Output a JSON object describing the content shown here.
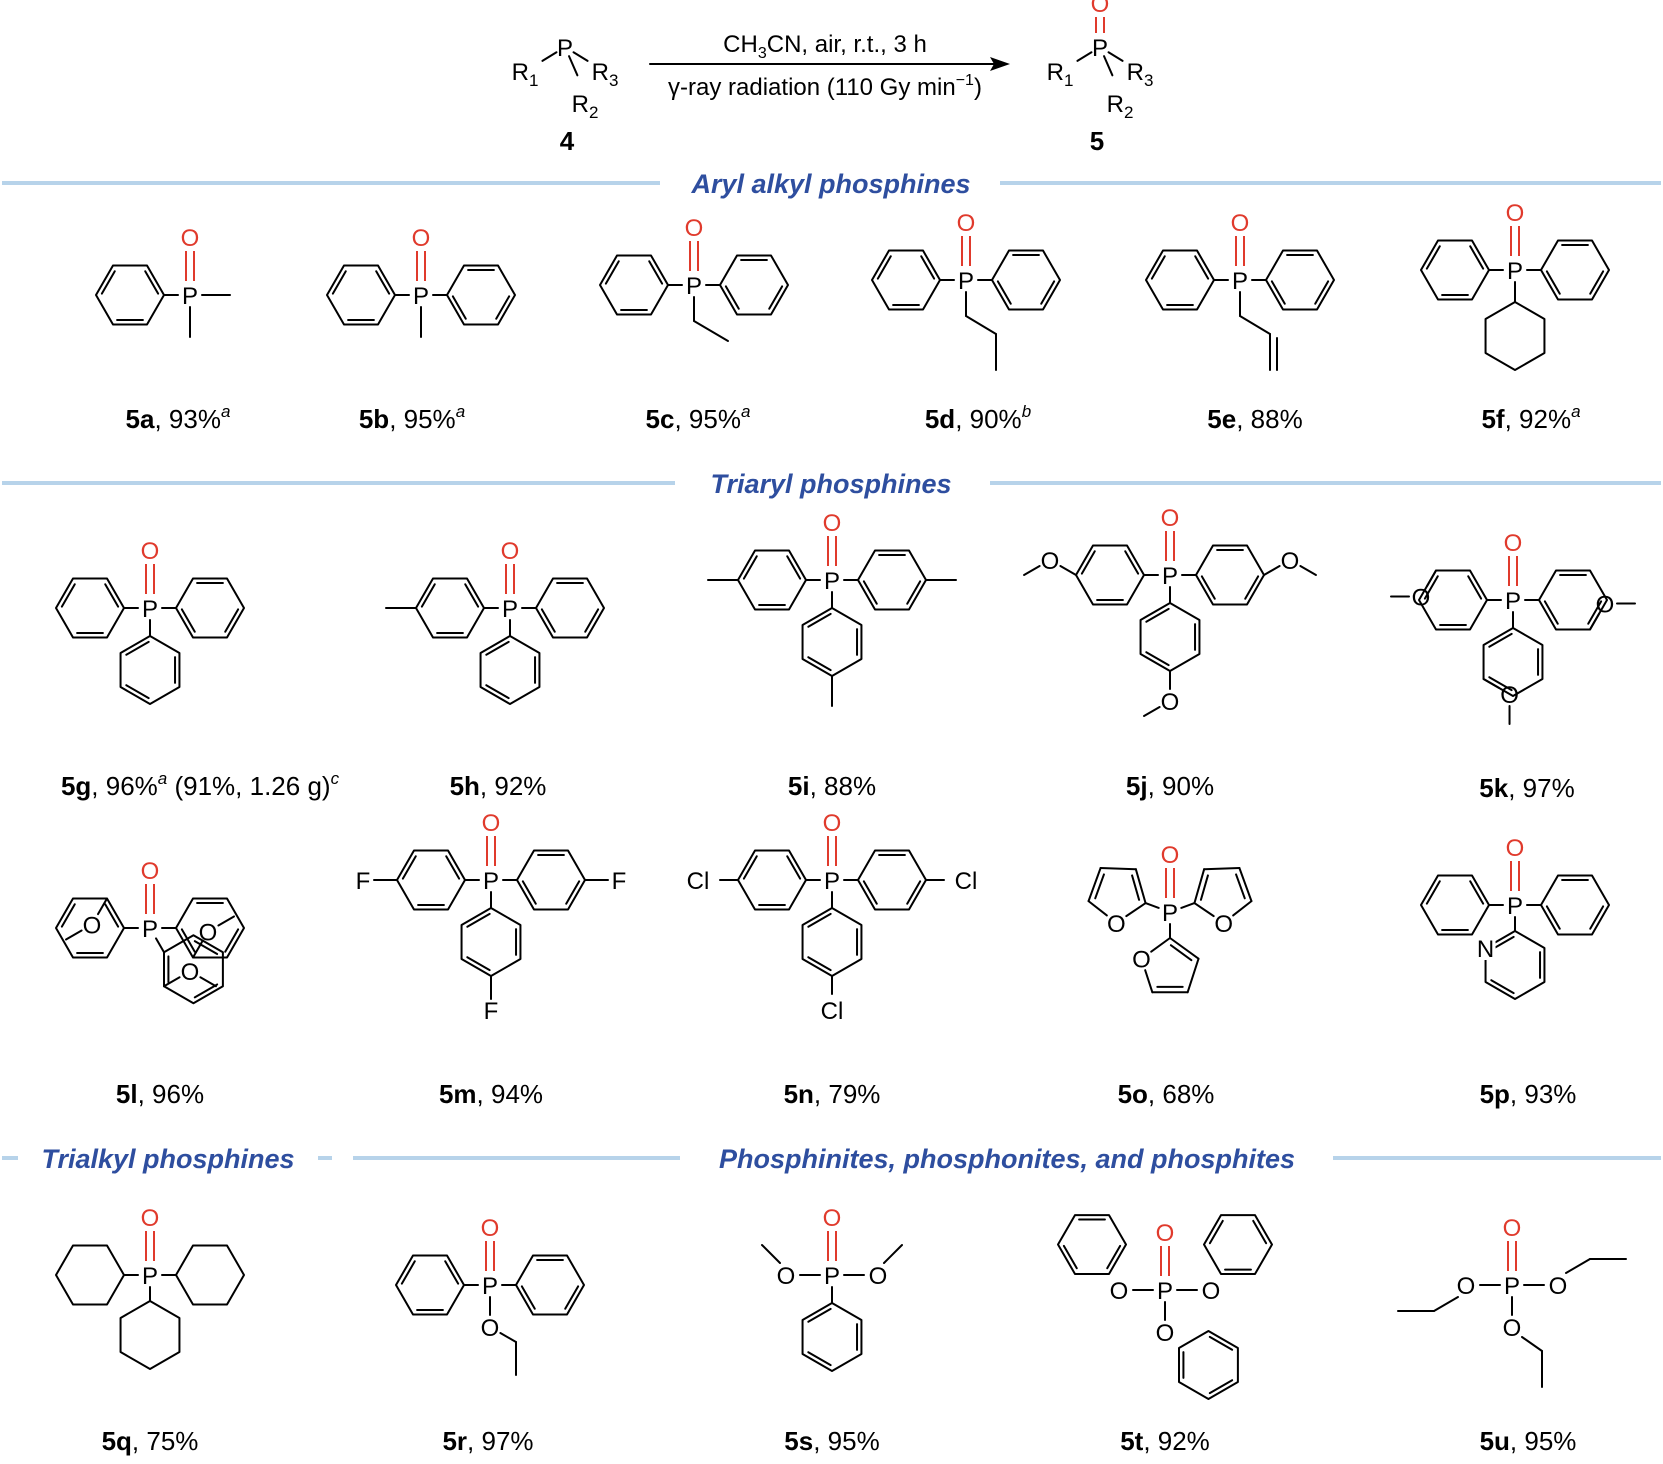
{
  "reaction": {
    "condition_top": "CH3CN, air, r.t., 3 h",
    "condition_bottom": "γ-ray radiation (110 Gy min−1)",
    "reactant_label": "4",
    "product_label": "5",
    "r1": "R1",
    "r2": "R2",
    "r3": "R3"
  },
  "sections": [
    {
      "id": "aryl-alkyl",
      "title": "Aryl alkyl phosphines"
    },
    {
      "id": "triaryl",
      "title": "Triaryl phosphines"
    },
    {
      "id": "trialkyl",
      "title": "Trialkyl phosphines"
    },
    {
      "id": "phosphinites",
      "title": "Phosphinites, phosphonites, and phosphites"
    }
  ],
  "compounds": [
    {
      "id": "5a",
      "label": "5a",
      "yield": ", 93%",
      "note": "a"
    },
    {
      "id": "5b",
      "label": "5b",
      "yield": ", 95%",
      "note": "a"
    },
    {
      "id": "5c",
      "label": "5c",
      "yield": ", 95%",
      "note": "a"
    },
    {
      "id": "5d",
      "label": "5d",
      "yield": ", 90%",
      "note": "b"
    },
    {
      "id": "5e",
      "label": "5e",
      "yield": ", 88%",
      "note": ""
    },
    {
      "id": "5f",
      "label": "5f",
      "yield": ", 92%",
      "note": "a"
    },
    {
      "id": "5g",
      "label": "5g",
      "yield": ", 96%",
      "note": "a",
      "extra": " (91%, 1.26 g)",
      "note2": "c"
    },
    {
      "id": "5h",
      "label": "5h",
      "yield": ", 92%",
      "note": ""
    },
    {
      "id": "5i",
      "label": "5i",
      "yield": ", 88%",
      "note": ""
    },
    {
      "id": "5j",
      "label": "5j",
      "yield": ", 90%",
      "note": ""
    },
    {
      "id": "5k",
      "label": "5k",
      "yield": ", 97%",
      "note": ""
    },
    {
      "id": "5l",
      "label": "5l",
      "yield": ", 96%",
      "note": ""
    },
    {
      "id": "5m",
      "label": "5m",
      "yield": ", 94%",
      "note": ""
    },
    {
      "id": "5n",
      "label": "5n",
      "yield": ", 79%",
      "note": ""
    },
    {
      "id": "5o",
      "label": "5o",
      "yield": ", 68%",
      "note": ""
    },
    {
      "id": "5p",
      "label": "5p",
      "yield": ", 93%",
      "note": ""
    },
    {
      "id": "5q",
      "label": "5q",
      "yield": ", 75%",
      "note": ""
    },
    {
      "id": "5r",
      "label": "5r",
      "yield": ", 97%",
      "note": ""
    },
    {
      "id": "5s",
      "label": "5s",
      "yield": ", 95%",
      "note": ""
    },
    {
      "id": "5t",
      "label": "5t",
      "yield": ", 92%",
      "note": ""
    },
    {
      "id": "5u",
      "label": "5u",
      "yield": ", 95%",
      "note": ""
    }
  ],
  "atoms": {
    "P": "P",
    "O": "O",
    "F": "F",
    "Cl": "Cl",
    "N": "N"
  },
  "colors": {
    "heading": "#2e4e9f",
    "divider": "#b7d3ea",
    "oxygen": "#e03a2c"
  }
}
